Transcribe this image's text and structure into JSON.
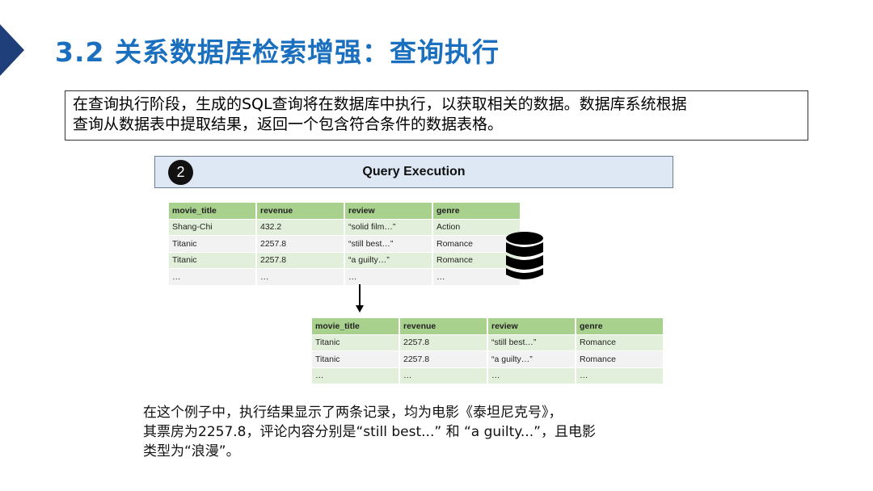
{
  "slide": {
    "title": "3.2 关系数据库检索增强：查询执行",
    "intro_lines": [
      "在查询执行阶段，生成的SQL查询将在数据库中执行，以获取相关的数据。数据库系统根据",
      "查询从数据表中提取结果，返回一个包含符合条件的数据表格。"
    ],
    "step_badge": "2",
    "step_title": "Query Execution",
    "source_table": {
      "headers": [
        "movie_title",
        "revenue",
        "review",
        "genre"
      ],
      "rows": [
        [
          "Shang-Chi",
          "432.2",
          "“solid film…”",
          "Action"
        ],
        [
          "Titanic",
          "2257.8",
          "“still best…”",
          "Romance"
        ],
        [
          "Titanic",
          "2257.8",
          "“a guilty…”",
          "Romance"
        ],
        [
          "…",
          "…",
          "…",
          "…"
        ]
      ]
    },
    "result_table": {
      "headers": [
        "movie_title",
        "revenue",
        "review",
        "genre"
      ],
      "rows": [
        [
          "Titanic",
          "2257.8",
          "“still best…”",
          "Romance"
        ],
        [
          "Titanic",
          "2257.8",
          "“a guilty…”",
          "Romance"
        ],
        [
          "…",
          "…",
          "…",
          "…"
        ]
      ]
    },
    "conclusion_lines": [
      "在这个例子中，执行结果显示了两条记录，均为电影《泰坦尼克号》，",
      "其票房为2257.8，评论内容分别是“still best...” 和 “a guilty...”，且电影",
      "类型为“浪漫”。"
    ],
    "icons": {
      "title_marker": "triangle-marker-icon",
      "database": "database-icon",
      "arrow": "arrow-down-icon"
    },
    "colors": {
      "title": "#1a6fbe",
      "marker": "#1f3f7a",
      "table_header": "#a9d18e",
      "table_row_alt": "#e2efda",
      "step_header_bg": "#dde8f4"
    }
  }
}
